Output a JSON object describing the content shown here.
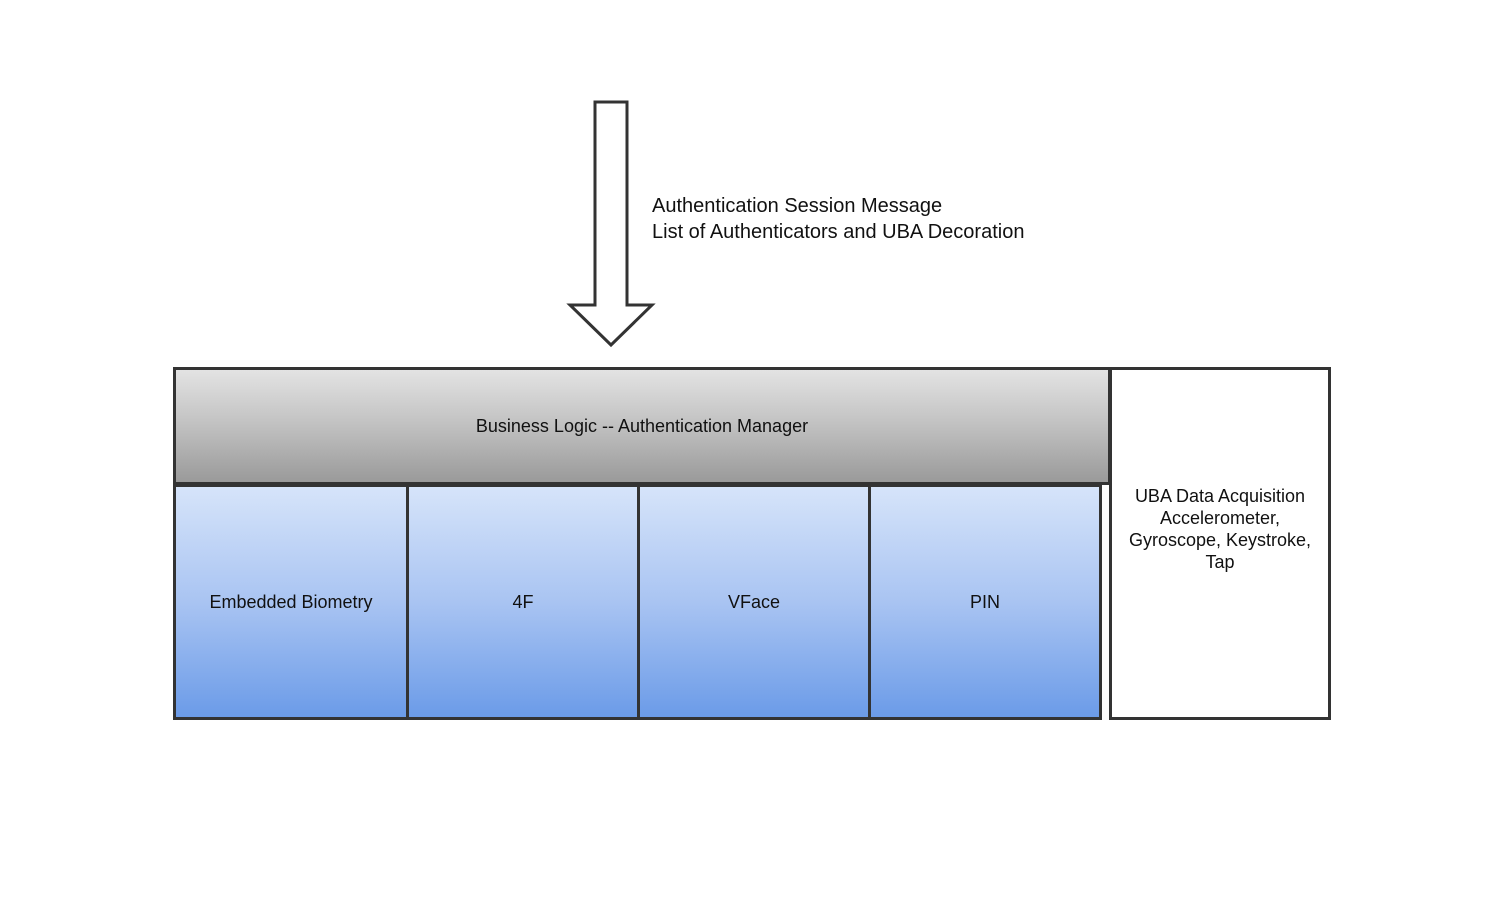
{
  "arrow": {
    "icon": "down-arrow-icon",
    "caption_line1": "Authentication Session Message",
    "caption_line2": "List of Authenticators and UBA Decoration"
  },
  "manager": {
    "label": "Business Logic -- Authentication Manager"
  },
  "modules": [
    {
      "label": "Embedded Biometry"
    },
    {
      "label": "4F"
    },
    {
      "label": "VFace"
    },
    {
      "label": "PIN"
    }
  ],
  "uba": {
    "label": "UBA Data Acquisition Accelerometer, Gyroscope, Keystroke, Tap"
  },
  "colors": {
    "border": "#333333",
    "manager_gradient_top": "#e3e3e3",
    "manager_gradient_bottom": "#9a9a9a",
    "module_gradient_top": "#d6e4fa",
    "module_gradient_bottom": "#6b9be8"
  }
}
